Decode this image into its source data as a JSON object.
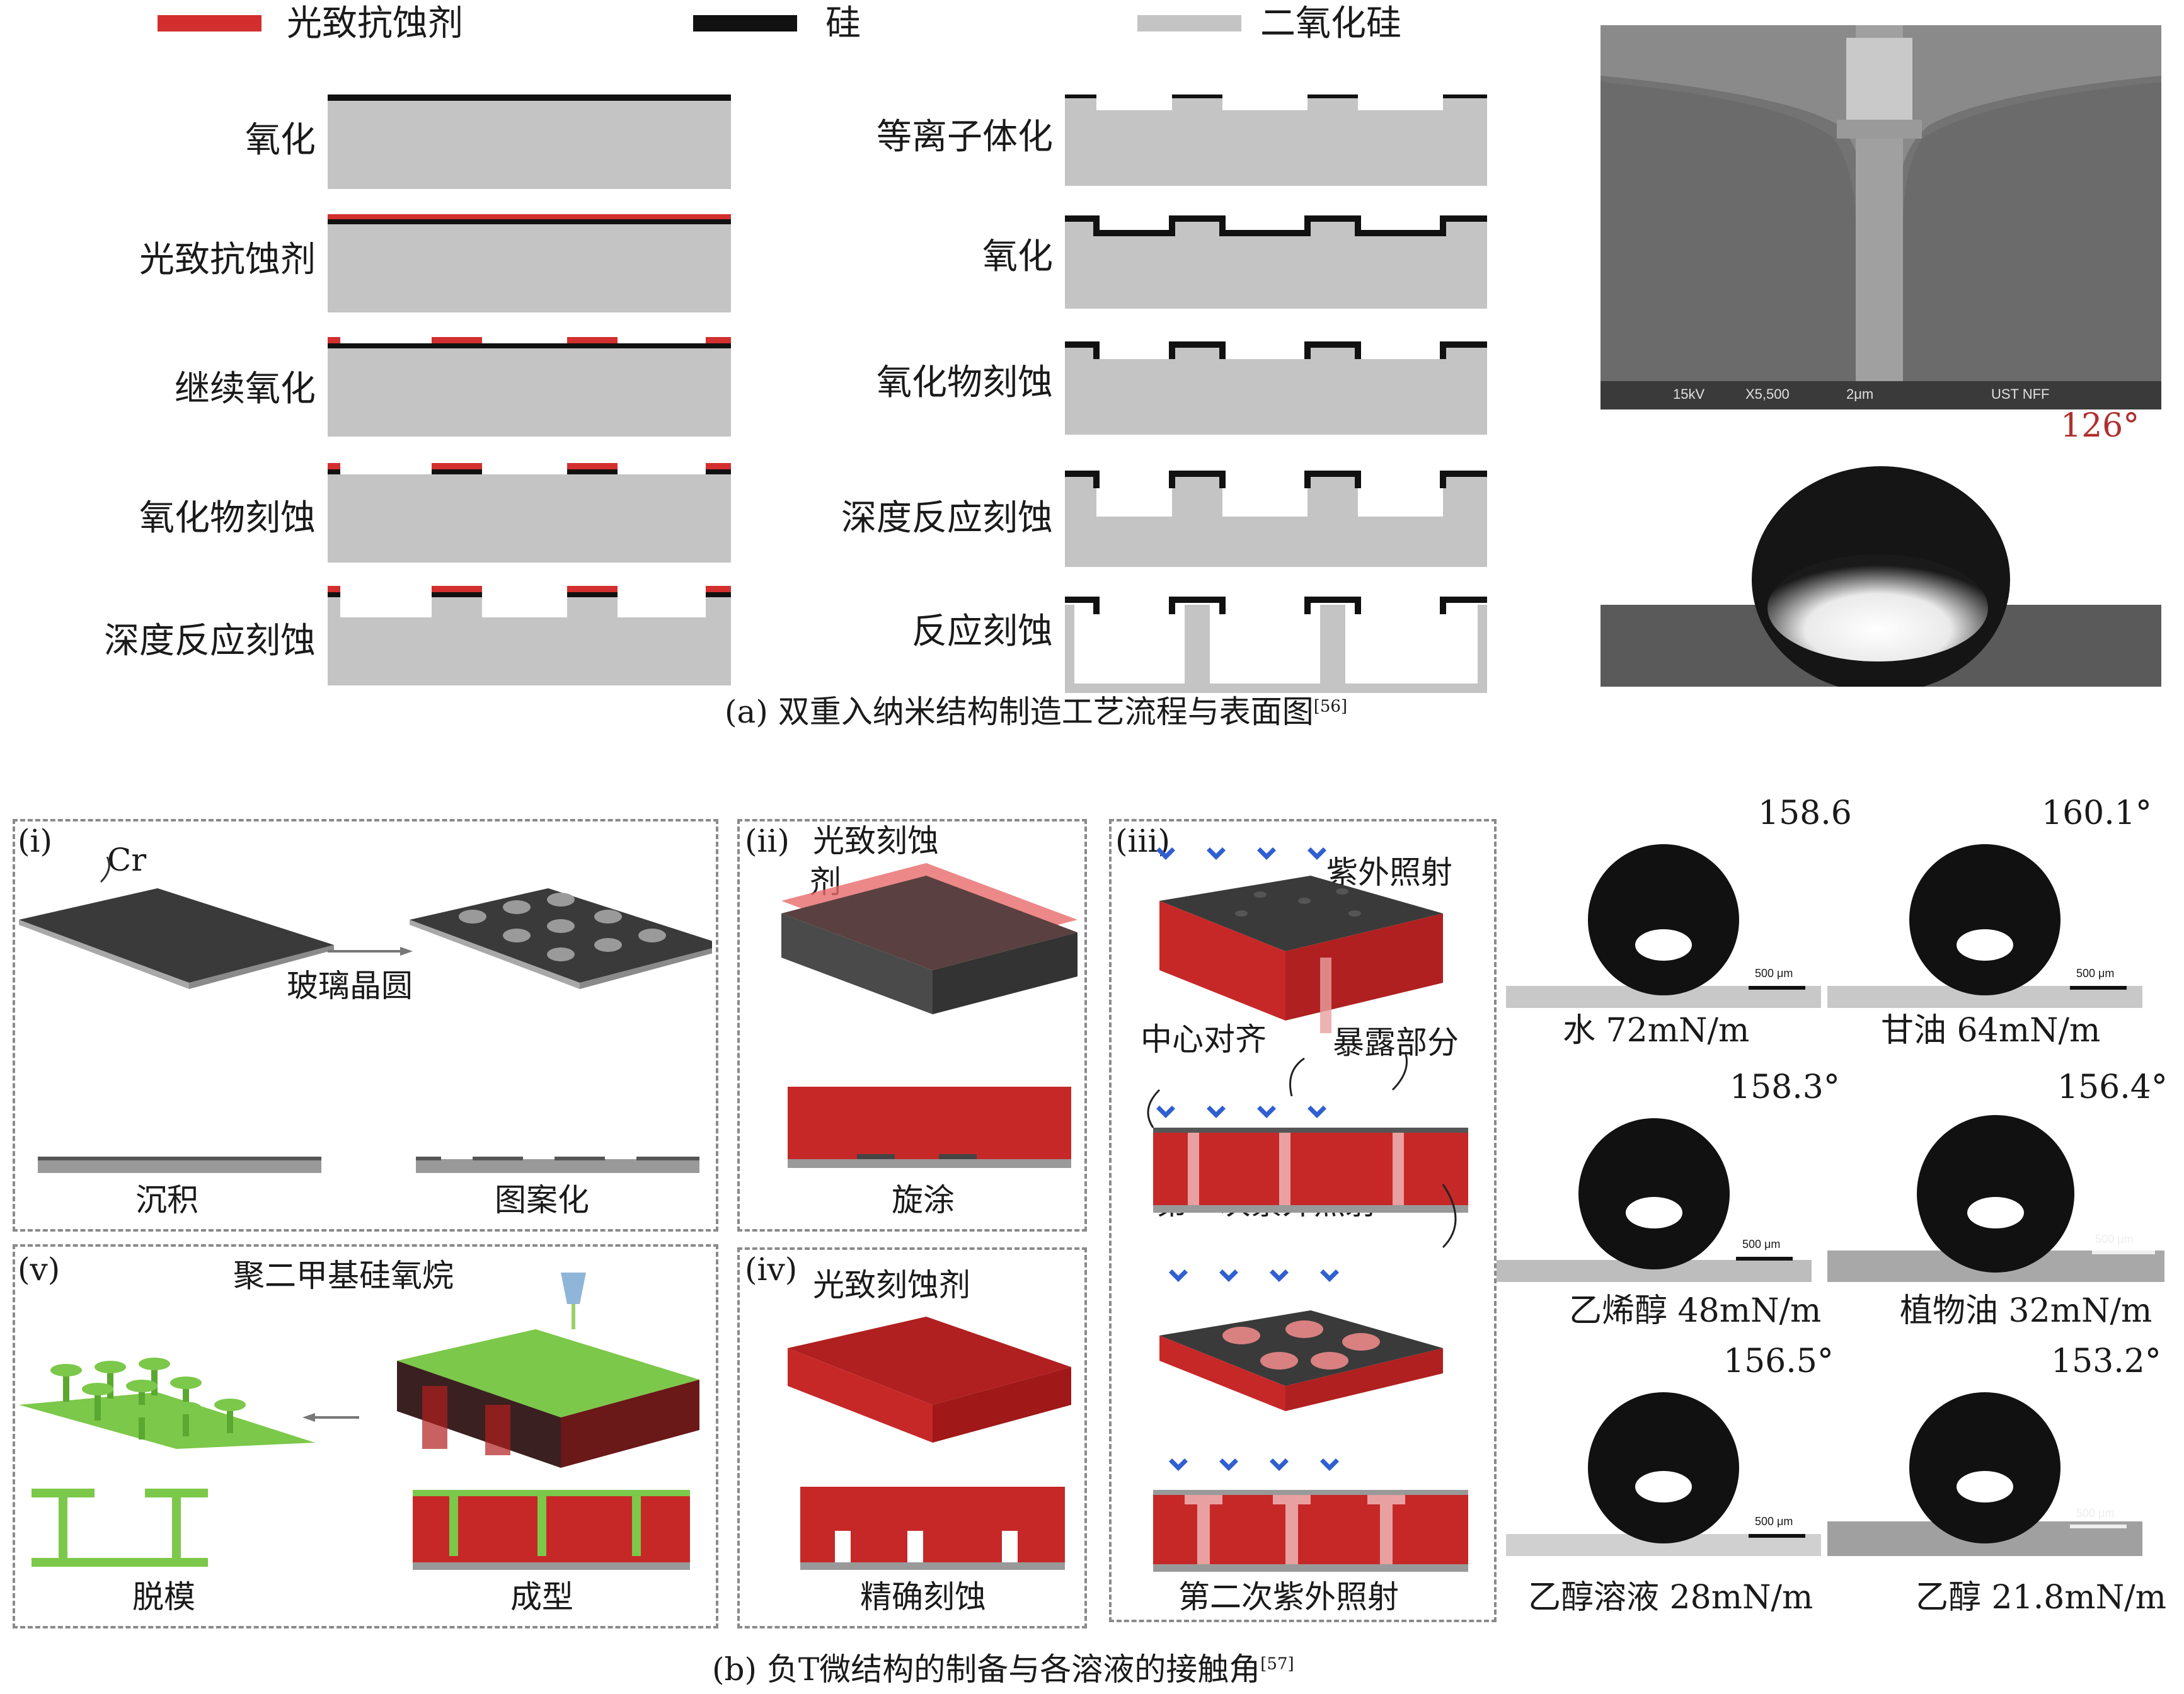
{
  "legend": {
    "items": [
      {
        "label": "光致抗蚀剂",
        "color": "#d32f2f"
      },
      {
        "label": "硅",
        "color": "#111111"
      },
      {
        "label": "二氧化硅",
        "color": "#c4c4c4"
      }
    ]
  },
  "part_a": {
    "left_steps": [
      "氧化",
      "光致抗蚀剂",
      "继续氧化",
      "氧化物刻蚀",
      "深度反应刻蚀"
    ],
    "right_steps": [
      "等离子体化",
      "氧化",
      "氧化物刻蚀",
      "深度反应刻蚀",
      "反应刻蚀"
    ],
    "sem_info": {
      "kv": "15kV",
      "mag": "X5,500",
      "scale": "2μm",
      "org": "UST NFF"
    },
    "angle": "126°",
    "caption": "(a) 双重入纳米结构制造工艺流程与表面图",
    "caption_ref": "[56]"
  },
  "part_b": {
    "panel_i": {
      "tag": "(i)",
      "cr": "Cr",
      "wafer": "玻璃晶圆",
      "step1": "沉积",
      "step2": "图案化"
    },
    "panel_ii": {
      "tag": "(ii)",
      "title_line1": "光致刻蚀",
      "title_line2": "剂",
      "step": "旋涂"
    },
    "panel_iii": {
      "tag": "(iii)",
      "uv": "紫外照射",
      "center": "中心对齐",
      "expose": "暴露部分",
      "first": "第一次紫外照射",
      "second": "第二次紫外照射"
    },
    "panel_iv": {
      "tag": "(iv)",
      "title": "光致刻蚀剂",
      "step": "精确刻蚀"
    },
    "panel_v": {
      "tag": "(v)",
      "pdms": "聚二甲基硅氧烷",
      "step1": "脱模",
      "step2": "成型"
    },
    "caption": "(b) 负T微结构的制备与各溶液的接触角",
    "caption_ref": "[57]"
  },
  "droplets": [
    {
      "angle": "158.6",
      "liquid": "水  72mN/m",
      "scale": "500 μm"
    },
    {
      "angle": "160.1°",
      "liquid": "甘油  64mN/m",
      "scale": "500 μm"
    },
    {
      "angle": "158.3°",
      "liquid": "乙烯醇  48mN/m",
      "scale": "500 μm"
    },
    {
      "angle": "156.4°",
      "liquid": "植物油 32mN/m",
      "scale": "500 μm"
    },
    {
      "angle": "156.5°",
      "liquid": "乙醇溶液  28mN/m",
      "scale": "500 μm"
    },
    {
      "angle": "153.2°",
      "liquid": "乙醇  21.8mN/m",
      "scale": "500 μm"
    }
  ]
}
